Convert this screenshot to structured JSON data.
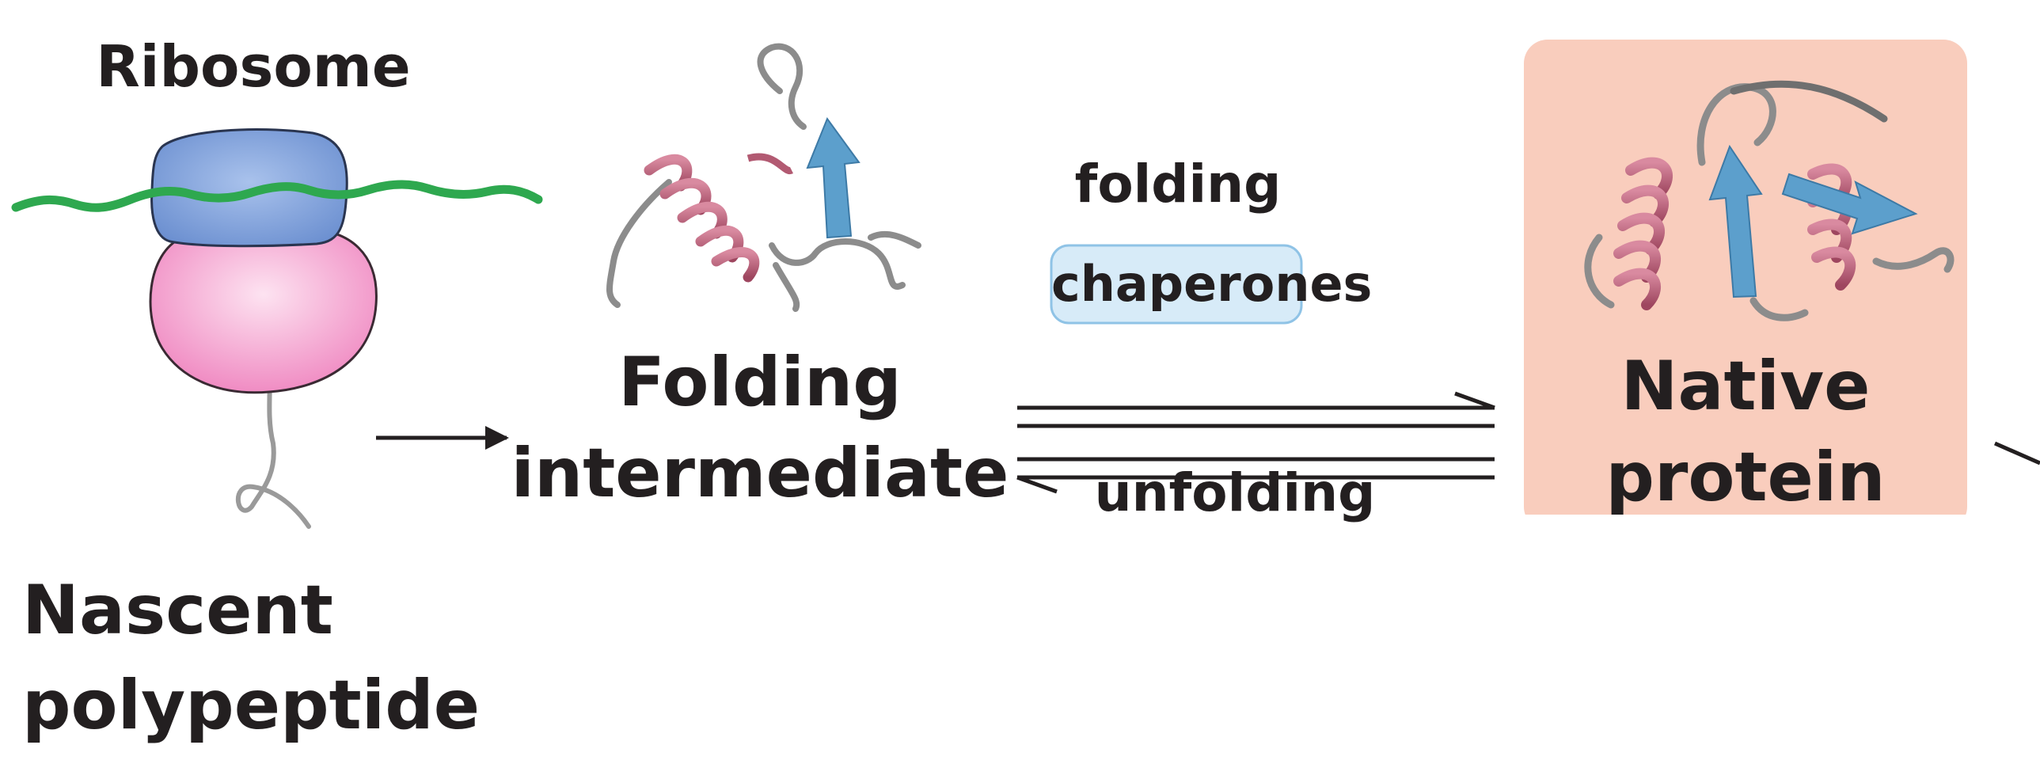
{
  "labels": {
    "ribosome": "Ribosome",
    "nascent_line1": "Nascent",
    "nascent_line2": "polypeptide",
    "folding_intermediate_line1": "Folding",
    "folding_intermediate_line2": "intermediate",
    "folding": "folding",
    "chaperones": "chaperones",
    "unfolding": "unfolding",
    "native_line1": "Native",
    "native_line2": "protein"
  },
  "colors": {
    "text": "#231f20",
    "ribosome_small_subunit": "#7f9fd6",
    "ribosome_large_subunit": "#f3a8d1",
    "mrna": "#2ea84f",
    "helix": "#b25a72",
    "strand": "#5c9fcc",
    "coil": "#8c8c8c",
    "chaperone_box": "#d7ebf8",
    "native_box": "#f9cdbd"
  },
  "icons": {
    "ribosome": "ribosome-icon",
    "intermediate": "folding-intermediate-structure-icon",
    "native": "native-protein-structure-icon"
  }
}
